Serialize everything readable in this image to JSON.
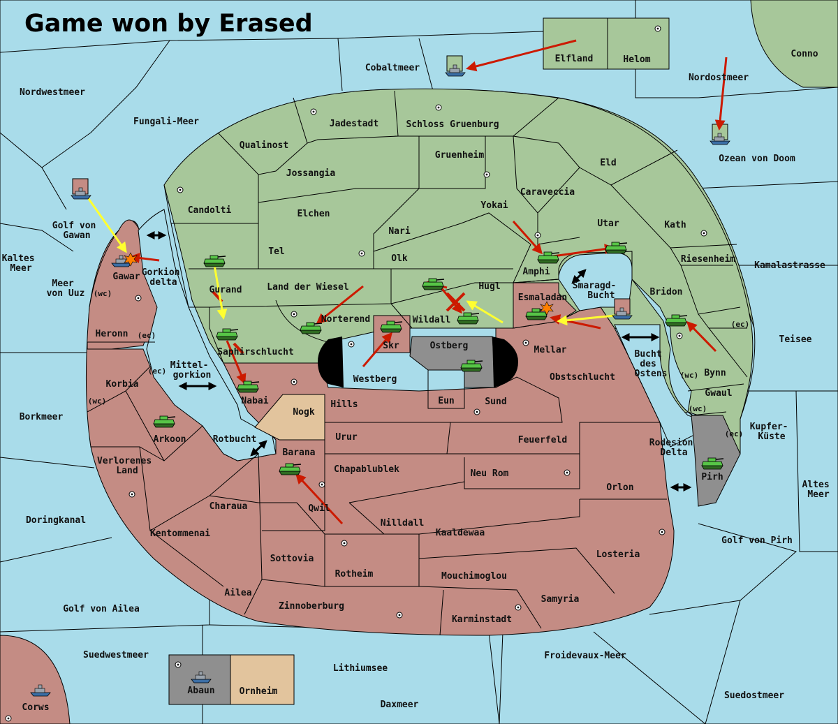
{
  "title": "Game won by Erased",
  "colors": {
    "sea": "#a9dcea",
    "country_green": "#a7c79a",
    "country_red": "#c48c84",
    "country_tan": "#e2c49d",
    "country_grey": "#8f8f8f",
    "army": "#57c547",
    "fleet": "#3b6ea5",
    "order_red": "#cc1a00",
    "order_yellow": "#ffff30",
    "burst": "#ff8000"
  },
  "provinces": {
    "nordwestmeer": "Nordwestmeer",
    "fungali": "Fungali-Meer",
    "cobaltmeer": "Cobaltmeer",
    "elfland": "Elfland",
    "helom": "Helom",
    "conno": "Conno",
    "nordostmeer": "Nordostmeer",
    "ozean": "Ozean von Doom",
    "jadestadt": "Jadestadt",
    "schloss": "Schloss Gruenburg",
    "qualinost": "Qualinost",
    "gruenheim": "Gruenheim",
    "eld": "Eld",
    "jossangia": "Jossangia",
    "caraveccia": "Caraveccia",
    "candolti": "Candolti",
    "elchen": "Elchen",
    "yokai": "Yokai",
    "nari": "Nari",
    "utar": "Utar",
    "kath": "Kath",
    "golf_gawan": "Golf von\nGawan",
    "tel": "Tel",
    "olk": "Olk",
    "amphi": "Amphi",
    "riesenheim": "Riesenheim",
    "kamalastrasse": "Kamalastrasse",
    "kaltes": "Kaltes\nMeer",
    "meer_uuz": "Meer\nvon Uuz",
    "gawar": "Gawar",
    "gorkion": "Gorkion\ndelta",
    "gurand": "Gurand",
    "land_wiesel": "Land der Wiesel",
    "hugl": "Hugl",
    "smaragd": "Smaragd-\nBucht",
    "bridon": "Bridon",
    "esmaladan": "Esmaladan",
    "norterend": "Norterend",
    "wildall": "Wildall",
    "heronn": "Heronn",
    "saphir": "Saphirschlucht",
    "skr": "Skr",
    "ostberg": "Ostberg",
    "mellar": "Mellar",
    "bucht_ostens": "Bucht\ndes\nOstens",
    "bynn": "Bynn",
    "teisee": "Teisee",
    "mittelgorkion": "Mittel-\ngorkion",
    "korbia": "Korbia",
    "westberg": "Westberg",
    "obstschlucht": "Obstschlucht",
    "gwaul": "Gwaul",
    "nabai": "Nabai",
    "hills": "Hills",
    "eun": "Eun",
    "sund": "Sund",
    "nogk": "Nogk",
    "borkmeer": "Borkmeer",
    "arkoon": "Arkoon",
    "rotbucht": "Rotbucht",
    "urur": "Urur",
    "feuerfeld": "Feuerfeld",
    "rodesion": "Rodesion\nDelta",
    "kupfer": "Kupfer-\nKüste",
    "barana": "Barana",
    "verlorenes": "Verlorenes\nLand",
    "chapablublek": "Chapablublek",
    "neu_rom": "Neu Rom",
    "pirh": "Pirh",
    "orlon": "Orlon",
    "altes": "Altes\nMeer",
    "charaua": "Charaua",
    "qwil": "Qwil",
    "doringkanal": "Doringkanal",
    "nilldall": "Nilldall",
    "kaaldewaa": "Kaaldewaa",
    "kentommenai": "Kentommenai",
    "golf_pirh": "Golf von Pirh",
    "losteria": "Losteria",
    "sottovia": "Sottovia",
    "rotheim": "Rotheim",
    "mouchimoglou": "Mouchimoglou",
    "ailea": "Ailea",
    "samyria": "Samyria",
    "zinnoberburg": "Zinnoberburg",
    "karminstadt": "Karminstadt",
    "golf_ailea": "Golf von Ailea",
    "suedwestmeer": "Suedwestmeer",
    "froidevaux": "Froidevaux-Meer",
    "lithiumsee": "Lithiumsee",
    "abaun": "Abaun",
    "ornheim": "Ornheim",
    "suedostmeer": "Suedostmeer",
    "daxmeer": "Daxmeer",
    "corws": "Corws"
  },
  "coast_tags": {
    "wc": "(wc)",
    "ec": "(ec)"
  },
  "unit_icons": {
    "army": "tank-icon",
    "fleet": "ship-icon",
    "supply_center": "supply-center-icon",
    "burst": "dislodge-burst-icon"
  }
}
